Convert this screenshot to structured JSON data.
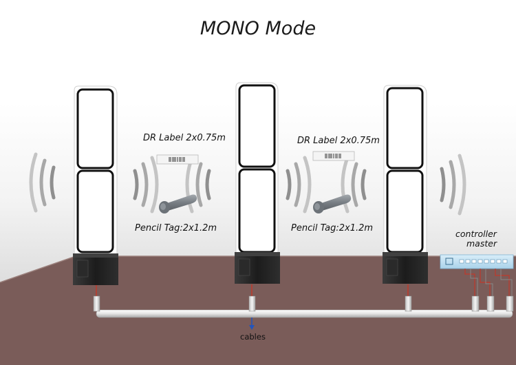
{
  "title": "MONO Mode",
  "labels": {
    "dr_label_1": "DR Label 2x0.75m",
    "dr_label_2": "DR Label 2x0.75m",
    "pencil_tag_1": "Pencil Tag:2x1.2m",
    "pencil_tag_2": "Pencil Tag:2x1.2m",
    "controller_line1": "controller",
    "controller_line2": "master",
    "cables": "cables"
  },
  "colors": {
    "floor": "#7a5c59",
    "wall": "#e9e9e9",
    "antenna_frame": "#111111",
    "cable_pipe": "#e8e8e8",
    "cable_wire": "#c0392b",
    "controller_body": "#bfe1f3",
    "arrow": "#2255bb"
  }
}
